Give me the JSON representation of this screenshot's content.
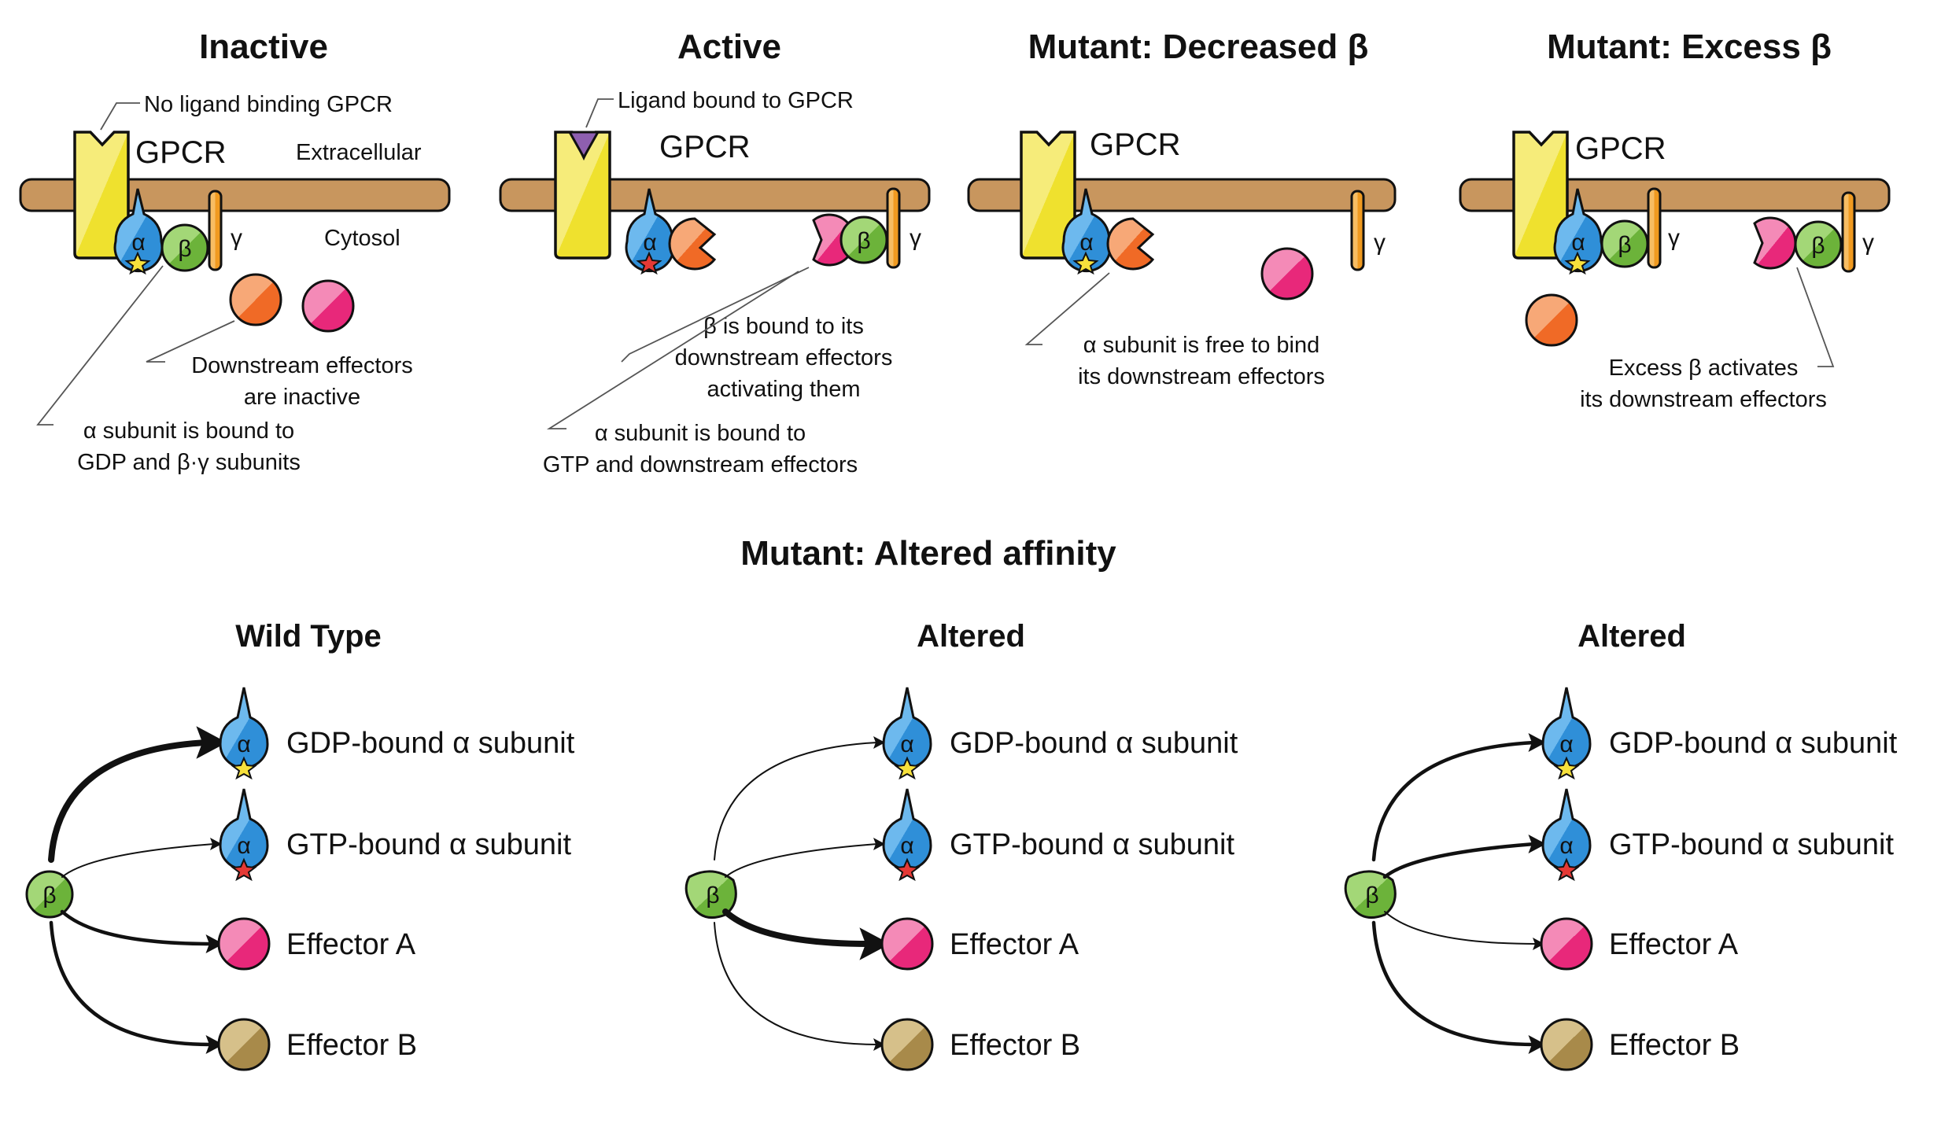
{
  "colors": {
    "membrane": "#c8965e",
    "gpcr": "#f3e63a",
    "alpha": "#3c9be0",
    "beta": "#7cc046",
    "gamma": "#f4a12e",
    "effector_orange": "#f07a34",
    "effector_pink": "#ea3d85",
    "effector_b": "#b59a5b",
    "ligand": "#8e5fb0",
    "gdp_star": "#f7e13c",
    "gtp_star": "#e53935"
  },
  "panels": [
    {
      "title": "Inactive",
      "gpcr_label": "GPCR",
      "extracellular": "Extracellular",
      "cytosol": "Cytosol",
      "callout_top": "No ligand binding GPCR",
      "note1": [
        "Downstream effectors",
        "are inactive"
      ],
      "note2": [
        "α subunit is bound to",
        "GDP and β·γ subunits"
      ]
    },
    {
      "title": "Active",
      "gpcr_label": "GPCR",
      "callout_top": "Ligand bound to GPCR",
      "note1": [
        "β is bound to its",
        "downstream effectors",
        "activating them"
      ],
      "note2": [
        "α subunit is bound to",
        "GTP and downstream effectors"
      ]
    },
    {
      "title": "Mutant: Decreased β",
      "gpcr_label": "GPCR",
      "note1": [
        "α subunit is free to bind",
        "its downstream effectors"
      ]
    },
    {
      "title": "Mutant: Excess β",
      "gpcr_label": "GPCR",
      "note1": [
        "Excess β activates",
        "its downstream effectors"
      ]
    }
  ],
  "glyphs": {
    "alpha": "α",
    "beta": "β",
    "gamma": "γ"
  },
  "affinity": {
    "title": "Mutant: Altered affinity",
    "columns": [
      {
        "title": "Wild Type",
        "weights": [
          "heavy",
          "thin",
          "medium",
          "medium"
        ]
      },
      {
        "title": "Altered",
        "weights": [
          "thin",
          "thin",
          "heavy",
          "thin"
        ]
      },
      {
        "title": "Altered",
        "weights": [
          "medium",
          "medium",
          "thin",
          "medium"
        ]
      }
    ],
    "rows": [
      {
        "label": "GDP-bound α subunit",
        "kind": "alpha-gdp"
      },
      {
        "label": "GTP-bound α subunit",
        "kind": "alpha-gtp"
      },
      {
        "label": "Effector A",
        "kind": "effector-a"
      },
      {
        "label": "Effector B",
        "kind": "effector-b"
      }
    ]
  }
}
